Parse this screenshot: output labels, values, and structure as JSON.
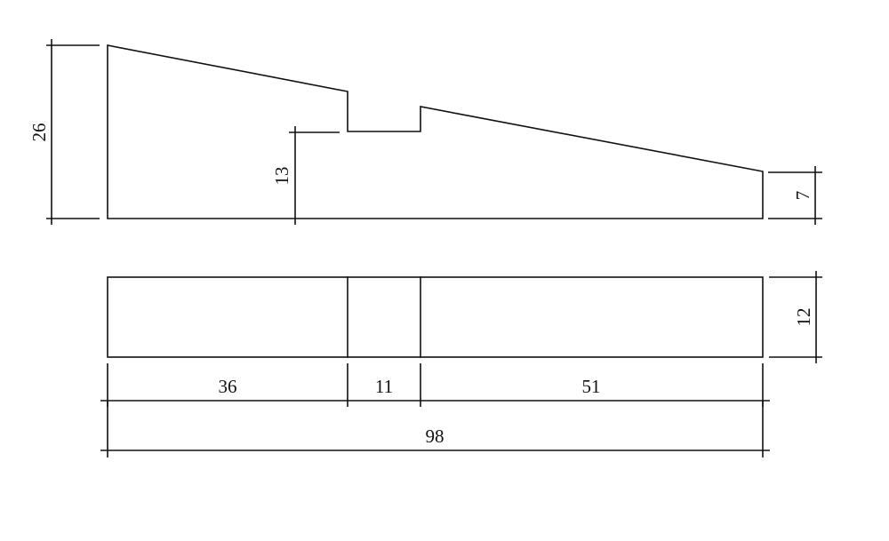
{
  "drawing": {
    "type": "technical-drawing",
    "views": [
      "side-view",
      "top-view"
    ],
    "line_color": "#111111",
    "background": "#ffffff"
  },
  "dimensions": {
    "overall_height": "26",
    "step_height": "13",
    "end_height": "7",
    "width": "12",
    "segment_left": "36",
    "segment_notch": "11",
    "segment_right": "51",
    "overall_length": "98"
  }
}
